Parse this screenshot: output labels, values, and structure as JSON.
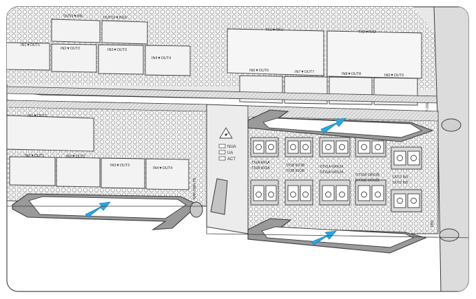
{
  "colors": {
    "panel": "#e5e5e5",
    "panel_dark": "#cfcfcf",
    "line": "#3a3a3a",
    "handle_fill": "#9a9a9a",
    "arrow_fill": "#29a9e0",
    "hex": "#8a8a8a"
  },
  "top_board": {
    "top_labels": [
      "OUT5▼IN5",
      "OUT10▼IN10"
    ],
    "top_right_labels": [
      "TX1▼RX1",
      "TX2▼RX2"
    ],
    "row1_labels": [
      "IN1▼OUT1",
      "IN2▼OUT2",
      "IN3▼OUT3",
      "IN4▼OUT4"
    ],
    "row2_labels": [
      "IN6▼OUT6",
      "IN7▼OUT7",
      "IN8▼OUT8",
      "IN9▼OUT9"
    ],
    "side_label": "RAP-2000-TD"
  },
  "bottom_board": {
    "top_label": "IN1▼OUT1",
    "row_labels": [
      "IN1▼OUT1",
      "IN2▼OUT2",
      "IN3▼OUT3",
      "IN4▼OUT4"
    ],
    "side_label": "RAP-2000-TD",
    "leds": [
      "NUA",
      "UA",
      "ACT"
    ]
  },
  "right_board": {
    "labels": [
      {
        "l1": "TX1A  RX1A",
        "l2": "TX2A  RX2A"
      },
      {
        "l1": "TX1B  RX1B",
        "l2": "TX2B  RX2B"
      },
      {
        "l1": "OTX1A  ORX1A",
        "l2": "OTX2A  ORX2A"
      },
      {
        "l1": "OTX1B  ORX1B",
        "l2": "OTX2B  ORX2B"
      },
      {
        "l1": "OUT1   IN1",
        "l2": "OUT2   IN2"
      }
    ],
    "side_label": "FB0"
  },
  "icons": [
    "laser-warning-icon",
    "insert-arrow-icon"
  ]
}
